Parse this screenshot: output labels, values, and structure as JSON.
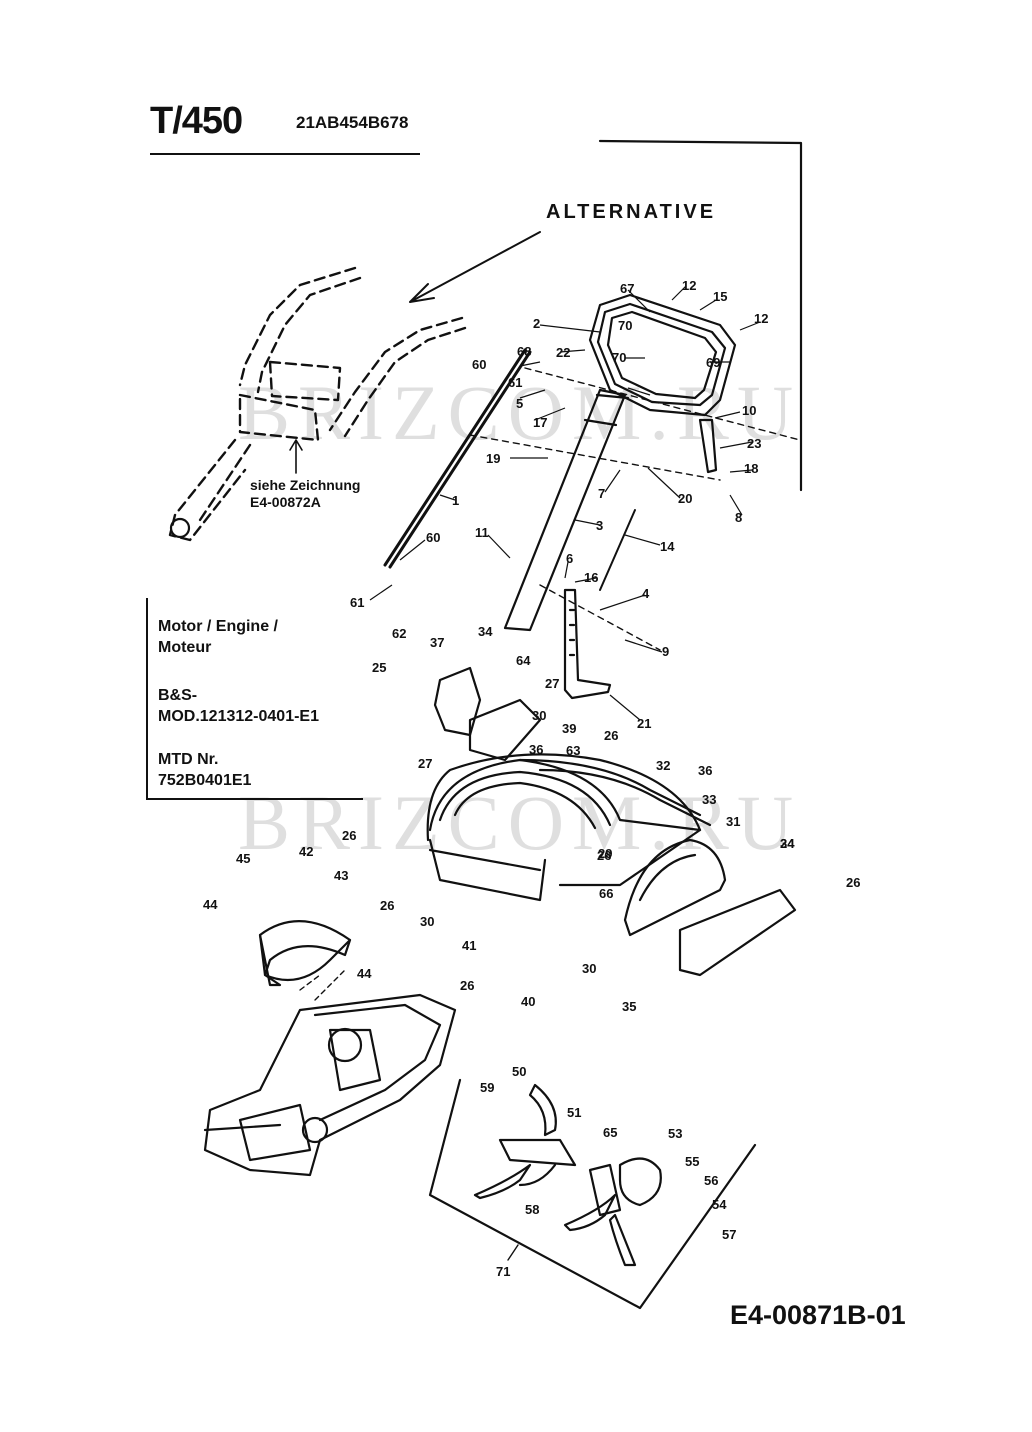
{
  "header": {
    "model": "T/450",
    "code": "21AB454B678"
  },
  "alternative_label": "ALTERNATIVE",
  "reference_note": {
    "line1": "siehe Zeichnung",
    "line2": "E4-00872A"
  },
  "engine_box": {
    "line1": "Motor / Engine /",
    "line2": "Moteur",
    "line3": "B&S-",
    "line4": "MOD.121312-0401-E1",
    "line5": "MTD Nr.",
    "line6": "752B0401E1"
  },
  "drawing_code": "E4-00871B-01",
  "watermark": "BRIZCOM.RU",
  "part_labels": {
    "p1": "1",
    "p2": "2",
    "p3": "3",
    "p4": "4",
    "p5": "5",
    "p6": "6",
    "p7": "7",
    "p8": "8",
    "p9": "9",
    "p10": "10",
    "p11": "11",
    "p12a": "12",
    "p12b": "12",
    "p14": "14",
    "p15": "15",
    "p16": "16",
    "p17": "17",
    "p18": "18",
    "p19": "19",
    "p20": "20",
    "p21": "21",
    "p22": "22",
    "p23": "23",
    "p24": "24",
    "p25": "25",
    "p26a": "26",
    "p26b": "26",
    "p26c": "26",
    "p26d": "26",
    "p26e": "26",
    "p26f": "26",
    "p27a": "27",
    "p27b": "27",
    "p29": "29",
    "p30a": "30",
    "p30b": "30",
    "p30c": "30",
    "p31": "31",
    "p32": "32",
    "p33": "33",
    "p34a": "34",
    "p34b": "34",
    "p35": "35",
    "p36a": "36",
    "p36b": "36",
    "p37": "37",
    "p39": "39",
    "p40": "40",
    "p41": "41",
    "p42": "42",
    "p43": "43",
    "p44a": "44",
    "p44b": "44",
    "p45": "45",
    "p50": "50",
    "p51": "51",
    "p53": "53",
    "p54": "54",
    "p55": "55",
    "p56": "56",
    "p57": "57",
    "p58": "58",
    "p59": "59",
    "p60a": "60",
    "p60b": "60",
    "p61a": "61",
    "p61b": "61",
    "p62": "62",
    "p63": "63",
    "p64": "64",
    "p65": "65",
    "p66": "66",
    "p67": "67",
    "p68": "68",
    "p69": "69",
    "p70a": "70",
    "p70b": "70",
    "p71": "71"
  }
}
